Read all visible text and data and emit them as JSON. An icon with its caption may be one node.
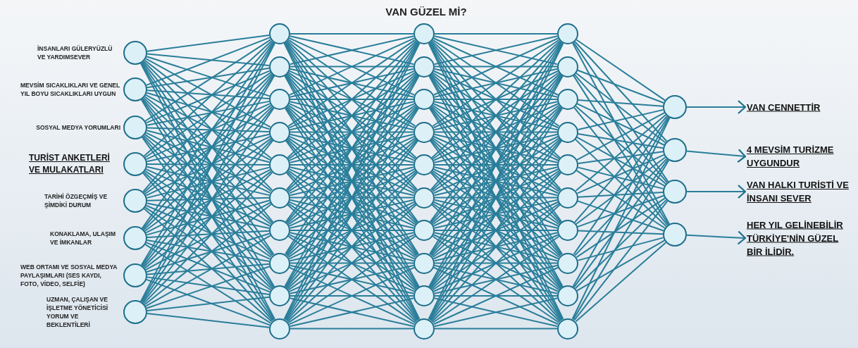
{
  "diagram": {
    "title": "VAN GÜZEL Mİ?",
    "nodes": [
      {
        "text": [],
        "shape": "circle",
        "beside": [
          "İNSANLARI GÜLERYÜZLÜ VE YARDIMSEVER"
        ]
      },
      {
        "text": [],
        "shape": "circle",
        "beside": [
          "MEVSİM SICAKLIKLARI VE GENEL YIL BOYU SICAKLIKLARI UYGUN"
        ]
      },
      {
        "text": [],
        "shape": "circle",
        "beside": [
          "SOSYAL MEDYA YORUMLARI"
        ]
      },
      {
        "text": [],
        "shape": "circle",
        "beside": [
          "TURİST ANKETLERİ VE MULAKATLARI"
        ]
      },
      {
        "text": [],
        "shape": "circle",
        "beside": [
          "TARİHİ ÖZGEÇMİŞ VE ŞİMDİKİ DURUM"
        ]
      },
      {
        "text": [],
        "shape": "circle",
        "beside": [
          "KONAKLAMA, ULAŞIM VE İMKANLAR"
        ]
      },
      {
        "text": [],
        "shape": "circle",
        "beside": [
          "WEB ORTAMI VE SOSYAL MEDYA PAYLAŞIMLARI (SES KAYDI, FOTO, VİDEO, SELFİE)"
        ]
      },
      {
        "text": [],
        "shape": "circle",
        "beside": [
          "UZMAN, ÇALIŞAN VE İŞLETME YÖNETİCİSİ YORUM VE BEKLENTİLERİ"
        ]
      },
      {
        "text": [],
        "shape": "circle"
      },
      {
        "text": [],
        "shape": "circle"
      },
      {
        "text": [],
        "shape": "circle"
      },
      {
        "text": [],
        "shape": "circle"
      },
      {
        "text": [],
        "shape": "circle"
      },
      {
        "text": [],
        "shape": "circle"
      },
      {
        "text": [],
        "shape": "circle"
      },
      {
        "text": [],
        "shape": "circle"
      },
      {
        "text": [],
        "shape": "circle"
      },
      {
        "text": [],
        "shape": "circle"
      },
      {
        "text": [],
        "shape": "circle"
      },
      {
        "text": [],
        "shape": "circle"
      },
      {
        "text": [],
        "shape": "circle"
      },
      {
        "text": [],
        "shape": "circle"
      },
      {
        "text": [],
        "shape": "circle"
      },
      {
        "text": [],
        "shape": "circle"
      },
      {
        "text": [],
        "shape": "circle"
      },
      {
        "text": [],
        "shape": "circle"
      },
      {
        "text": [],
        "shape": "circle"
      },
      {
        "text": [],
        "shape": "circle"
      },
      {
        "text": [],
        "shape": "circle"
      },
      {
        "text": [],
        "shape": "circle"
      },
      {
        "text": [],
        "shape": "circle"
      },
      {
        "text": [],
        "shape": "circle"
      },
      {
        "text": [],
        "shape": "circle"
      },
      {
        "text": [],
        "shape": "circle"
      },
      {
        "text": [],
        "shape": "circle"
      },
      {
        "text": [],
        "shape": "circle"
      },
      {
        "text": [],
        "shape": "circle"
      },
      {
        "text": [],
        "shape": "circle"
      },
      {
        "text": [],
        "shape": "circle"
      },
      {
        "text": [],
        "shape": "circle"
      },
      {
        "text": [],
        "shape": "circle"
      },
      {
        "text": [],
        "shape": "circle"
      },
      {
        "text": [
          "VAN CENNETTİR"
        ]
      },
      {
        "text": [
          "4 MEVSİM TURİZME UYGUNDUR"
        ]
      },
      {
        "text": [
          "VAN HALKI TURİSTİ VE İNSANI SEVER"
        ]
      },
      {
        "text": [
          "HER YIL GELİNEBİLİR TÜRKİYE'NİN GÜZEL BİR İLİDİR."
        ]
      }
    ],
    "edges": [
      {
        "from": 0,
        "to": 8,
        "arrow": "none"
      },
      {
        "from": 0,
        "to": 9,
        "arrow": "none"
      },
      {
        "from": 0,
        "to": 10,
        "arrow": "none"
      },
      {
        "from": 0,
        "to": 11,
        "arrow": "none"
      },
      {
        "from": 0,
        "to": 12,
        "arrow": "none"
      },
      {
        "from": 0,
        "to": 13,
        "arrow": "none"
      },
      {
        "from": 0,
        "to": 14,
        "arrow": "none"
      },
      {
        "from": 0,
        "to": 15,
        "arrow": "none"
      },
      {
        "from": 0,
        "to": 16,
        "arrow": "none"
      },
      {
        "from": 0,
        "to": 17,
        "arrow": "none"
      },
      {
        "from": 1,
        "to": 8,
        "arrow": "none"
      },
      {
        "from": 1,
        "to": 9,
        "arrow": "none"
      },
      {
        "from": 1,
        "to": 10,
        "arrow": "none"
      },
      {
        "from": 1,
        "to": 11,
        "arrow": "none"
      },
      {
        "from": 1,
        "to": 12,
        "arrow": "none"
      },
      {
        "from": 1,
        "to": 13,
        "arrow": "none"
      },
      {
        "from": 1,
        "to": 14,
        "arrow": "none"
      },
      {
        "from": 1,
        "to": 15,
        "arrow": "none"
      },
      {
        "from": 1,
        "to": 16,
        "arrow": "none"
      },
      {
        "from": 1,
        "to": 17,
        "arrow": "none"
      },
      {
        "from": 2,
        "to": 8,
        "arrow": "none"
      },
      {
        "from": 2,
        "to": 9,
        "arrow": "none"
      },
      {
        "from": 2,
        "to": 10,
        "arrow": "none"
      },
      {
        "from": 2,
        "to": 11,
        "arrow": "none"
      },
      {
        "from": 2,
        "to": 12,
        "arrow": "none"
      },
      {
        "from": 2,
        "to": 13,
        "arrow": "none"
      },
      {
        "from": 2,
        "to": 14,
        "arrow": "none"
      },
      {
        "from": 2,
        "to": 15,
        "arrow": "none"
      },
      {
        "from": 2,
        "to": 16,
        "arrow": "none"
      },
      {
        "from": 2,
        "to": 17,
        "arrow": "none"
      },
      {
        "from": 3,
        "to": 8,
        "arrow": "none"
      },
      {
        "from": 3,
        "to": 9,
        "arrow": "none"
      },
      {
        "from": 3,
        "to": 10,
        "arrow": "none"
      },
      {
        "from": 3,
        "to": 11,
        "arrow": "none"
      },
      {
        "from": 3,
        "to": 12,
        "arrow": "none"
      },
      {
        "from": 3,
        "to": 13,
        "arrow": "none"
      },
      {
        "from": 3,
        "to": 14,
        "arrow": "none"
      },
      {
        "from": 3,
        "to": 15,
        "arrow": "none"
      },
      {
        "from": 3,
        "to": 16,
        "arrow": "none"
      },
      {
        "from": 3,
        "to": 17,
        "arrow": "none"
      },
      {
        "from": 4,
        "to": 8,
        "arrow": "none"
      },
      {
        "from": 4,
        "to": 9,
        "arrow": "none"
      },
      {
        "from": 4,
        "to": 10,
        "arrow": "none"
      },
      {
        "from": 4,
        "to": 11,
        "arrow": "none"
      },
      {
        "from": 4,
        "to": 12,
        "arrow": "none"
      },
      {
        "from": 4,
        "to": 13,
        "arrow": "none"
      },
      {
        "from": 4,
        "to": 14,
        "arrow": "none"
      },
      {
        "from": 4,
        "to": 15,
        "arrow": "none"
      },
      {
        "from": 4,
        "to": 16,
        "arrow": "none"
      },
      {
        "from": 4,
        "to": 17,
        "arrow": "none"
      },
      {
        "from": 5,
        "to": 8,
        "arrow": "none"
      },
      {
        "from": 5,
        "to": 9,
        "arrow": "none"
      },
      {
        "from": 5,
        "to": 10,
        "arrow": "none"
      },
      {
        "from": 5,
        "to": 11,
        "arrow": "none"
      },
      {
        "from": 5,
        "to": 12,
        "arrow": "none"
      },
      {
        "from": 5,
        "to": 13,
        "arrow": "none"
      },
      {
        "from": 5,
        "to": 14,
        "arrow": "none"
      },
      {
        "from": 5,
        "to": 15,
        "arrow": "none"
      },
      {
        "from": 5,
        "to": 16,
        "arrow": "none"
      },
      {
        "from": 5,
        "to": 17,
        "arrow": "none"
      },
      {
        "from": 6,
        "to": 8,
        "arrow": "none"
      },
      {
        "from": 6,
        "to": 9,
        "arrow": "none"
      },
      {
        "from": 6,
        "to": 10,
        "arrow": "none"
      },
      {
        "from": 6,
        "to": 11,
        "arrow": "none"
      },
      {
        "from": 6,
        "to": 12,
        "arrow": "none"
      },
      {
        "from": 6,
        "to": 13,
        "arrow": "none"
      },
      {
        "from": 6,
        "to": 14,
        "arrow": "none"
      },
      {
        "from": 6,
        "to": 15,
        "arrow": "none"
      },
      {
        "from": 6,
        "to": 16,
        "arrow": "none"
      },
      {
        "from": 6,
        "to": 17,
        "arrow": "none"
      },
      {
        "from": 7,
        "to": 8,
        "arrow": "none"
      },
      {
        "from": 7,
        "to": 9,
        "arrow": "none"
      },
      {
        "from": 7,
        "to": 10,
        "arrow": "none"
      },
      {
        "from": 7,
        "to": 11,
        "arrow": "none"
      },
      {
        "from": 7,
        "to": 12,
        "arrow": "none"
      },
      {
        "from": 7,
        "to": 13,
        "arrow": "none"
      },
      {
        "from": 7,
        "to": 14,
        "arrow": "none"
      },
      {
        "from": 7,
        "to": 15,
        "arrow": "none"
      },
      {
        "from": 7,
        "to": 16,
        "arrow": "none"
      },
      {
        "from": 7,
        "to": 17,
        "arrow": "none"
      },
      {
        "from": 8,
        "to": 18,
        "arrow": "none"
      },
      {
        "from": 8,
        "to": 19,
        "arrow": "none"
      },
      {
        "from": 8,
        "to": 20,
        "arrow": "none"
      },
      {
        "from": 8,
        "to": 21,
        "arrow": "none"
      },
      {
        "from": 8,
        "to": 22,
        "arrow": "none"
      },
      {
        "from": 8,
        "to": 23,
        "arrow": "none"
      },
      {
        "from": 8,
        "to": 24,
        "arrow": "none"
      },
      {
        "from": 8,
        "to": 25,
        "arrow": "none"
      },
      {
        "from": 8,
        "to": 26,
        "arrow": "none"
      },
      {
        "from": 8,
        "to": 27,
        "arrow": "none"
      },
      {
        "from": 9,
        "to": 18,
        "arrow": "none"
      },
      {
        "from": 9,
        "to": 19,
        "arrow": "none"
      },
      {
        "from": 9,
        "to": 20,
        "arrow": "none"
      },
      {
        "from": 9,
        "to": 21,
        "arrow": "none"
      },
      {
        "from": 9,
        "to": 22,
        "arrow": "none"
      },
      {
        "from": 9,
        "to": 23,
        "arrow": "none"
      },
      {
        "from": 9,
        "to": 24,
        "arrow": "none"
      },
      {
        "from": 9,
        "to": 25,
        "arrow": "none"
      },
      {
        "from": 9,
        "to": 26,
        "arrow": "none"
      },
      {
        "from": 9,
        "to": 27,
        "arrow": "none"
      },
      {
        "from": 10,
        "to": 18,
        "arrow": "none"
      },
      {
        "from": 10,
        "to": 19,
        "arrow": "none"
      },
      {
        "from": 10,
        "to": 20,
        "arrow": "none"
      },
      {
        "from": 10,
        "to": 21,
        "arrow": "none"
      },
      {
        "from": 10,
        "to": 22,
        "arrow": "none"
      },
      {
        "from": 10,
        "to": 23,
        "arrow": "none"
      },
      {
        "from": 10,
        "to": 24,
        "arrow": "none"
      },
      {
        "from": 10,
        "to": 25,
        "arrow": "none"
      },
      {
        "from": 10,
        "to": 26,
        "arrow": "none"
      },
      {
        "from": 10,
        "to": 27,
        "arrow": "none"
      },
      {
        "from": 11,
        "to": 18,
        "arrow": "none"
      },
      {
        "from": 11,
        "to": 19,
        "arrow": "none"
      },
      {
        "from": 11,
        "to": 20,
        "arrow": "none"
      },
      {
        "from": 11,
        "to": 21,
        "arrow": "none"
      },
      {
        "from": 11,
        "to": 22,
        "arrow": "none"
      },
      {
        "from": 11,
        "to": 23,
        "arrow": "none"
      },
      {
        "from": 11,
        "to": 24,
        "arrow": "none"
      },
      {
        "from": 11,
        "to": 25,
        "arrow": "none"
      },
      {
        "from": 11,
        "to": 26,
        "arrow": "none"
      },
      {
        "from": 11,
        "to": 27,
        "arrow": "none"
      },
      {
        "from": 12,
        "to": 18,
        "arrow": "none"
      },
      {
        "from": 12,
        "to": 19,
        "arrow": "none"
      },
      {
        "from": 12,
        "to": 20,
        "arrow": "none"
      },
      {
        "from": 12,
        "to": 21,
        "arrow": "none"
      },
      {
        "from": 12,
        "to": 22,
        "arrow": "none"
      },
      {
        "from": 12,
        "to": 23,
        "arrow": "none"
      },
      {
        "from": 12,
        "to": 24,
        "arrow": "none"
      },
      {
        "from": 12,
        "to": 25,
        "arrow": "none"
      },
      {
        "from": 12,
        "to": 26,
        "arrow": "none"
      },
      {
        "from": 12,
        "to": 27,
        "arrow": "none"
      },
      {
        "from": 13,
        "to": 18,
        "arrow": "none"
      },
      {
        "from": 13,
        "to": 19,
        "arrow": "none"
      },
      {
        "from": 13,
        "to": 20,
        "arrow": "none"
      },
      {
        "from": 13,
        "to": 21,
        "arrow": "none"
      },
      {
        "from": 13,
        "to": 22,
        "arrow": "none"
      },
      {
        "from": 13,
        "to": 23,
        "arrow": "none"
      },
      {
        "from": 13,
        "to": 24,
        "arrow": "none"
      },
      {
        "from": 13,
        "to": 25,
        "arrow": "none"
      },
      {
        "from": 13,
        "to": 26,
        "arrow": "none"
      },
      {
        "from": 13,
        "to": 27,
        "arrow": "none"
      },
      {
        "from": 14,
        "to": 18,
        "arrow": "none"
      },
      {
        "from": 14,
        "to": 19,
        "arrow": "none"
      },
      {
        "from": 14,
        "to": 20,
        "arrow": "none"
      },
      {
        "from": 14,
        "to": 21,
        "arrow": "none"
      },
      {
        "from": 14,
        "to": 22,
        "arrow": "none"
      },
      {
        "from": 14,
        "to": 23,
        "arrow": "none"
      },
      {
        "from": 14,
        "to": 24,
        "arrow": "none"
      },
      {
        "from": 14,
        "to": 25,
        "arrow": "none"
      },
      {
        "from": 14,
        "to": 26,
        "arrow": "none"
      },
      {
        "from": 14,
        "to": 27,
        "arrow": "none"
      },
      {
        "from": 15,
        "to": 18,
        "arrow": "none"
      },
      {
        "from": 15,
        "to": 19,
        "arrow": "none"
      },
      {
        "from": 15,
        "to": 20,
        "arrow": "none"
      },
      {
        "from": 15,
        "to": 21,
        "arrow": "none"
      },
      {
        "from": 15,
        "to": 22,
        "arrow": "none"
      },
      {
        "from": 15,
        "to": 23,
        "arrow": "none"
      },
      {
        "from": 15,
        "to": 24,
        "arrow": "none"
      },
      {
        "from": 15,
        "to": 25,
        "arrow": "none"
      },
      {
        "from": 15,
        "to": 26,
        "arrow": "none"
      },
      {
        "from": 15,
        "to": 27,
        "arrow": "none"
      },
      {
        "from": 16,
        "to": 18,
        "arrow": "none"
      },
      {
        "from": 16,
        "to": 19,
        "arrow": "none"
      },
      {
        "from": 16,
        "to": 20,
        "arrow": "none"
      },
      {
        "from": 16,
        "to": 21,
        "arrow": "none"
      },
      {
        "from": 16,
        "to": 22,
        "arrow": "none"
      },
      {
        "from": 16,
        "to": 23,
        "arrow": "none"
      },
      {
        "from": 16,
        "to": 24,
        "arrow": "none"
      },
      {
        "from": 16,
        "to": 25,
        "arrow": "none"
      },
      {
        "from": 16,
        "to": 26,
        "arrow": "none"
      },
      {
        "from": 16,
        "to": 27,
        "arrow": "none"
      },
      {
        "from": 17,
        "to": 18,
        "arrow": "none"
      },
      {
        "from": 17,
        "to": 19,
        "arrow": "none"
      },
      {
        "from": 17,
        "to": 20,
        "arrow": "none"
      },
      {
        "from": 17,
        "to": 21,
        "arrow": "none"
      },
      {
        "from": 17,
        "to": 22,
        "arrow": "none"
      },
      {
        "from": 17,
        "to": 23,
        "arrow": "none"
      },
      {
        "from": 17,
        "to": 24,
        "arrow": "none"
      },
      {
        "from": 17,
        "to": 25,
        "arrow": "none"
      },
      {
        "from": 17,
        "to": 26,
        "arrow": "none"
      },
      {
        "from": 17,
        "to": 27,
        "arrow": "none"
      },
      {
        "from": 18,
        "to": 28,
        "arrow": "none"
      },
      {
        "from": 18,
        "to": 29,
        "arrow": "none"
      },
      {
        "from": 18,
        "to": 30,
        "arrow": "none"
      },
      {
        "from": 18,
        "to": 31,
        "arrow": "none"
      },
      {
        "from": 18,
        "to": 32,
        "arrow": "none"
      },
      {
        "from": 18,
        "to": 33,
        "arrow": "none"
      },
      {
        "from": 18,
        "to": 34,
        "arrow": "none"
      },
      {
        "from": 18,
        "to": 35,
        "arrow": "none"
      },
      {
        "from": 18,
        "to": 36,
        "arrow": "none"
      },
      {
        "from": 18,
        "to": 37,
        "arrow": "none"
      },
      {
        "from": 19,
        "to": 28,
        "arrow": "none"
      },
      {
        "from": 19,
        "to": 29,
        "arrow": "none"
      },
      {
        "from": 19,
        "to": 30,
        "arrow": "none"
      },
      {
        "from": 19,
        "to": 31,
        "arrow": "none"
      },
      {
        "from": 19,
        "to": 32,
        "arrow": "none"
      },
      {
        "from": 19,
        "to": 33,
        "arrow": "none"
      },
      {
        "from": 19,
        "to": 34,
        "arrow": "none"
      },
      {
        "from": 19,
        "to": 35,
        "arrow": "none"
      },
      {
        "from": 19,
        "to": 36,
        "arrow": "none"
      },
      {
        "from": 19,
        "to": 37,
        "arrow": "none"
      },
      {
        "from": 20,
        "to": 28,
        "arrow": "none"
      },
      {
        "from": 20,
        "to": 29,
        "arrow": "none"
      },
      {
        "from": 20,
        "to": 30,
        "arrow": "none"
      },
      {
        "from": 20,
        "to": 31,
        "arrow": "none"
      },
      {
        "from": 20,
        "to": 32,
        "arrow": "none"
      },
      {
        "from": 20,
        "to": 33,
        "arrow": "none"
      },
      {
        "from": 20,
        "to": 34,
        "arrow": "none"
      },
      {
        "from": 20,
        "to": 35,
        "arrow": "none"
      },
      {
        "from": 20,
        "to": 36,
        "arrow": "none"
      },
      {
        "from": 20,
        "to": 37,
        "arrow": "none"
      },
      {
        "from": 21,
        "to": 28,
        "arrow": "none"
      },
      {
        "from": 21,
        "to": 29,
        "arrow": "none"
      },
      {
        "from": 21,
        "to": 30,
        "arrow": "none"
      },
      {
        "from": 21,
        "to": 31,
        "arrow": "none"
      },
      {
        "from": 21,
        "to": 32,
        "arrow": "none"
      },
      {
        "from": 21,
        "to": 33,
        "arrow": "none"
      },
      {
        "from": 21,
        "to": 34,
        "arrow": "none"
      },
      {
        "from": 21,
        "to": 35,
        "arrow": "none"
      },
      {
        "from": 21,
        "to": 36,
        "arrow": "none"
      },
      {
        "from": 21,
        "to": 37,
        "arrow": "none"
      },
      {
        "from": 22,
        "to": 28,
        "arrow": "none"
      },
      {
        "from": 22,
        "to": 29,
        "arrow": "none"
      },
      {
        "from": 22,
        "to": 30,
        "arrow": "none"
      },
      {
        "from": 22,
        "to": 31,
        "arrow": "none"
      },
      {
        "from": 22,
        "to": 32,
        "arrow": "none"
      },
      {
        "from": 22,
        "to": 33,
        "arrow": "none"
      },
      {
        "from": 22,
        "to": 34,
        "arrow": "none"
      },
      {
        "from": 22,
        "to": 35,
        "arrow": "none"
      },
      {
        "from": 22,
        "to": 36,
        "arrow": "none"
      },
      {
        "from": 22,
        "to": 37,
        "arrow": "none"
      },
      {
        "from": 23,
        "to": 28,
        "arrow": "none"
      },
      {
        "from": 23,
        "to": 29,
        "arrow": "none"
      },
      {
        "from": 23,
        "to": 30,
        "arrow": "none"
      },
      {
        "from": 23,
        "to": 31,
        "arrow": "none"
      },
      {
        "from": 23,
        "to": 32,
        "arrow": "none"
      },
      {
        "from": 23,
        "to": 33,
        "arrow": "none"
      },
      {
        "from": 23,
        "to": 34,
        "arrow": "none"
      },
      {
        "from": 23,
        "to": 35,
        "arrow": "none"
      },
      {
        "from": 23,
        "to": 36,
        "arrow": "none"
      },
      {
        "from": 23,
        "to": 37,
        "arrow": "none"
      },
      {
        "from": 24,
        "to": 28,
        "arrow": "none"
      },
      {
        "from": 24,
        "to": 29,
        "arrow": "none"
      },
      {
        "from": 24,
        "to": 30,
        "arrow": "none"
      },
      {
        "from": 24,
        "to": 31,
        "arrow": "none"
      },
      {
        "from": 24,
        "to": 32,
        "arrow": "none"
      },
      {
        "from": 24,
        "to": 33,
        "arrow": "none"
      },
      {
        "from": 24,
        "to": 34,
        "arrow": "none"
      },
      {
        "from": 24,
        "to": 35,
        "arrow": "none"
      },
      {
        "from": 24,
        "to": 36,
        "arrow": "none"
      },
      {
        "from": 24,
        "to": 37,
        "arrow": "none"
      },
      {
        "from": 25,
        "to": 28,
        "arrow": "none"
      },
      {
        "from": 25,
        "to": 29,
        "arrow": "none"
      },
      {
        "from": 25,
        "to": 30,
        "arrow": "none"
      },
      {
        "from": 25,
        "to": 31,
        "arrow": "none"
      },
      {
        "from": 25,
        "to": 32,
        "arrow": "none"
      },
      {
        "from": 25,
        "to": 33,
        "arrow": "none"
      },
      {
        "from": 25,
        "to": 34,
        "arrow": "none"
      },
      {
        "from": 25,
        "to": 35,
        "arrow": "none"
      },
      {
        "from": 25,
        "to": 36,
        "arrow": "none"
      },
      {
        "from": 25,
        "to": 37,
        "arrow": "none"
      },
      {
        "from": 26,
        "to": 28,
        "arrow": "none"
      },
      {
        "from": 26,
        "to": 29,
        "arrow": "none"
      },
      {
        "from": 26,
        "to": 30,
        "arrow": "none"
      },
      {
        "from": 26,
        "to": 31,
        "arrow": "none"
      },
      {
        "from": 26,
        "to": 32,
        "arrow": "none"
      },
      {
        "from": 26,
        "to": 33,
        "arrow": "none"
      },
      {
        "from": 26,
        "to": 34,
        "arrow": "none"
      },
      {
        "from": 26,
        "to": 35,
        "arrow": "none"
      },
      {
        "from": 26,
        "to": 36,
        "arrow": "none"
      },
      {
        "from": 26,
        "to": 37,
        "arrow": "none"
      },
      {
        "from": 27,
        "to": 28,
        "arrow": "none"
      },
      {
        "from": 27,
        "to": 29,
        "arrow": "none"
      },
      {
        "from": 27,
        "to": 30,
        "arrow": "none"
      },
      {
        "from": 27,
        "to": 31,
        "arrow": "none"
      },
      {
        "from": 27,
        "to": 32,
        "arrow": "none"
      },
      {
        "from": 27,
        "to": 33,
        "arrow": "none"
      },
      {
        "from": 27,
        "to": 34,
        "arrow": "none"
      },
      {
        "from": 27,
        "to": 35,
        "arrow": "none"
      },
      {
        "from": 27,
        "to": 36,
        "arrow": "none"
      },
      {
        "from": 27,
        "to": 37,
        "arrow": "none"
      },
      {
        "from": 28,
        "to": 38,
        "arrow": "none"
      },
      {
        "from": 28,
        "to": 39,
        "arrow": "none"
      },
      {
        "from": 28,
        "to": 40,
        "arrow": "none"
      },
      {
        "from": 28,
        "to": 41,
        "arrow": "none"
      },
      {
        "from": 29,
        "to": 38,
        "arrow": "none"
      },
      {
        "from": 29,
        "to": 39,
        "arrow": "none"
      },
      {
        "from": 29,
        "to": 40,
        "arrow": "none"
      },
      {
        "from": 29,
        "to": 41,
        "arrow": "none"
      },
      {
        "from": 30,
        "to": 38,
        "arrow": "none"
      },
      {
        "from": 30,
        "to": 39,
        "arrow": "none"
      },
      {
        "from": 30,
        "to": 40,
        "arrow": "none"
      },
      {
        "from": 30,
        "to": 41,
        "arrow": "none"
      },
      {
        "from": 31,
        "to": 38,
        "arrow": "none"
      },
      {
        "from": 31,
        "to": 39,
        "arrow": "none"
      },
      {
        "from": 31,
        "to": 40,
        "arrow": "none"
      },
      {
        "from": 31,
        "to": 41,
        "arrow": "none"
      },
      {
        "from": 32,
        "to": 38,
        "arrow": "none"
      },
      {
        "from": 32,
        "to": 39,
        "arrow": "none"
      },
      {
        "from": 32,
        "to": 40,
        "arrow": "none"
      },
      {
        "from": 32,
        "to": 41,
        "arrow": "none"
      },
      {
        "from": 33,
        "to": 38,
        "arrow": "none"
      },
      {
        "from": 33,
        "to": 39,
        "arrow": "none"
      },
      {
        "from": 33,
        "to": 40,
        "arrow": "none"
      },
      {
        "from": 33,
        "to": 41,
        "arrow": "none"
      },
      {
        "from": 34,
        "to": 38,
        "arrow": "none"
      },
      {
        "from": 34,
        "to": 39,
        "arrow": "none"
      },
      {
        "from": 34,
        "to": 40,
        "arrow": "none"
      },
      {
        "from": 34,
        "to": 41,
        "arrow": "none"
      },
      {
        "from": 35,
        "to": 38,
        "arrow": "none"
      },
      {
        "from": 35,
        "to": 39,
        "arrow": "none"
      },
      {
        "from": 35,
        "to": 40,
        "arrow": "none"
      },
      {
        "from": 35,
        "to": 41,
        "arrow": "none"
      },
      {
        "from": 36,
        "to": 38,
        "arrow": "none"
      },
      {
        "from": 36,
        "to": 39,
        "arrow": "none"
      },
      {
        "from": 36,
        "to": 40,
        "arrow": "none"
      },
      {
        "from": 36,
        "to": 41,
        "arrow": "none"
      },
      {
        "from": 37,
        "to": 38,
        "arrow": "none"
      },
      {
        "from": 37,
        "to": 39,
        "arrow": "none"
      },
      {
        "from": 37,
        "to": 40,
        "arrow": "none"
      },
      {
        "from": 37,
        "to": 41,
        "arrow": "none"
      },
      {
        "from": 38,
        "to": 42,
        "arrow": "to"
      },
      {
        "from": 39,
        "to": 43,
        "arrow": "to"
      },
      {
        "from": 40,
        "to": 44,
        "arrow": "to"
      },
      {
        "from": 41,
        "to": 45,
        "arrow": "to"
      }
    ]
  }
}
